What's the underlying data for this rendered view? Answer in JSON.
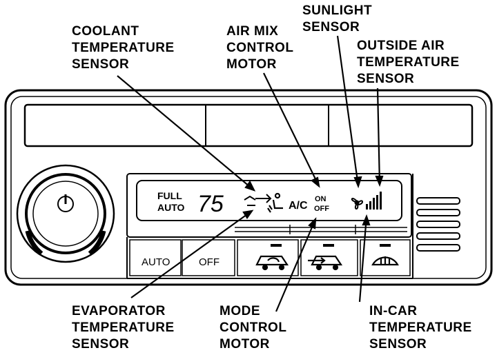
{
  "labels": {
    "coolant_temperature_sensor": [
      "COOLANT",
      "TEMPERATURE",
      "SENSOR"
    ],
    "air_mix_control_motor": [
      "AIR MIX",
      "CONTROL",
      "MOTOR"
    ],
    "sunlight_sensor": [
      "SUNLIGHT",
      "SENSOR"
    ],
    "outside_air_temperature_sensor": [
      "OUTSIDE AIR",
      "TEMPERATURE",
      "SENSOR"
    ],
    "evaporator_temperature_sensor": [
      "EVAPORATOR",
      "TEMPERATURE",
      "SENSOR"
    ],
    "mode_control_motor": [
      "MODE",
      "CONTROL",
      "MOTOR"
    ],
    "in_car_temperature_sensor": [
      "IN-CAR",
      "TEMPERATURE",
      "SENSOR"
    ]
  },
  "display": {
    "full": "FULL",
    "auto": "AUTO",
    "temperature": "75",
    "ac": "A/C",
    "on": "ON",
    "off": "OFF"
  },
  "buttons": {
    "auto": "AUTO",
    "off": "OFF"
  }
}
